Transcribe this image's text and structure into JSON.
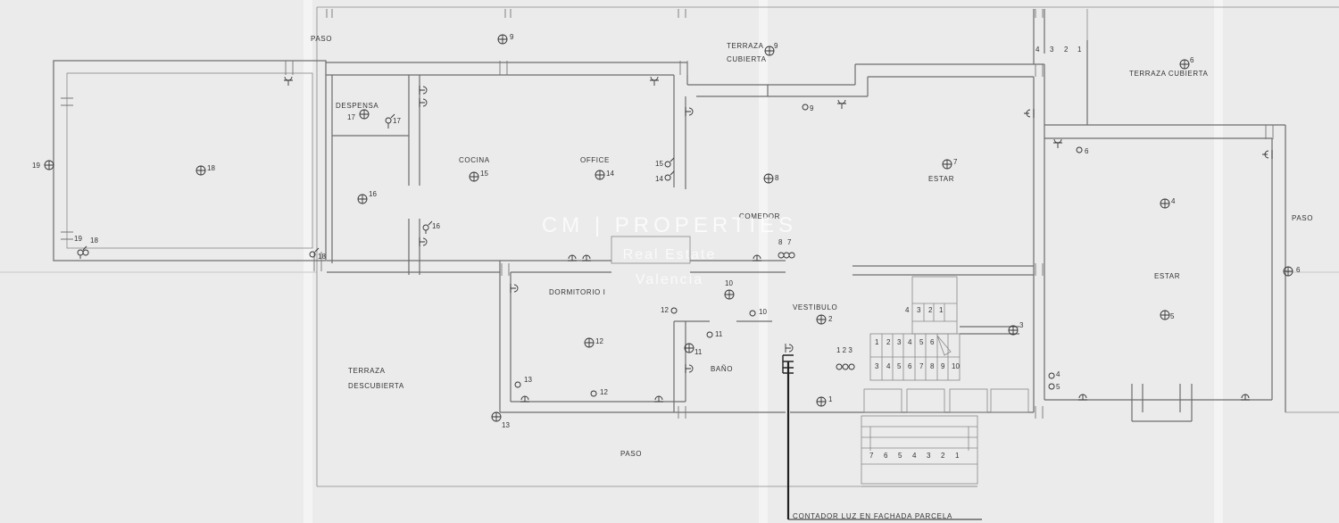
{
  "rooms": {
    "paso_top": "PASO",
    "terraza_cubierta_1": "TERRAZA",
    "terraza_cubierta_2": "CUBIERTA",
    "terraza_cubierta_right": "TERRAZA  CUBIERTA",
    "despensa": "DESPENSA",
    "cocina": "COCINA",
    "office": "OFFICE",
    "comedor": "COMEDOR",
    "estar": "ESTAR",
    "paso_right": "PASO",
    "estar_right": "ESTAR",
    "dormitorio": "DORMITORIO  I",
    "vestibulo": "VESTIBULO",
    "bano": "BAÑO",
    "terraza_desc_1": "TERRAZA",
    "terraza_desc_2": "DESCUBIERTA",
    "paso_bottom": "PASO"
  },
  "note": "CONTADOR  LUZ  EN  FACHADA  PARCELA",
  "watermark": {
    "title": "CM | PROPERTIES",
    "line1": "Real Estate",
    "line2": "Valencia"
  },
  "fixture_labels": {
    "l9a": "9",
    "l9b": "9",
    "l9c": "9",
    "l6a": "6",
    "l6b": "6",
    "l6c": "6",
    "l17a": "17",
    "l17b": "17",
    "l18a": "18",
    "l18b": "18",
    "l18c": "18",
    "l19a": "19",
    "l19b": "19",
    "l15a": "15",
    "l15b": "15",
    "l14a": "14",
    "l14b": "14",
    "l16a": "16",
    "l16b": "16",
    "l7a": "7",
    "l7b": "7",
    "l8a": "8",
    "l8b": "8",
    "l4a": "4",
    "l4b": "4",
    "l5a": "5",
    "l5b": "5",
    "l10a": "10",
    "l10b": "10",
    "l12a": "12",
    "l12b": "12",
    "l12c": "12",
    "l11a": "11",
    "l11b": "11",
    "l13a": "13",
    "l13b": "13",
    "l2": "2",
    "l3": "3",
    "l1": "1",
    "l123": "1  2  3"
  },
  "stairs": {
    "top": [
      "4",
      "3",
      "2",
      "1"
    ],
    "mid": [
      "4",
      "3",
      "2",
      "1"
    ],
    "row1": [
      "1",
      "2",
      "3",
      "4",
      "5",
      "6"
    ],
    "row2": [
      "3",
      "4",
      "5",
      "6",
      "7",
      "8",
      "9",
      "10"
    ],
    "bottom": [
      "7",
      "6",
      "5",
      "4",
      "3",
      "2",
      "1"
    ]
  }
}
